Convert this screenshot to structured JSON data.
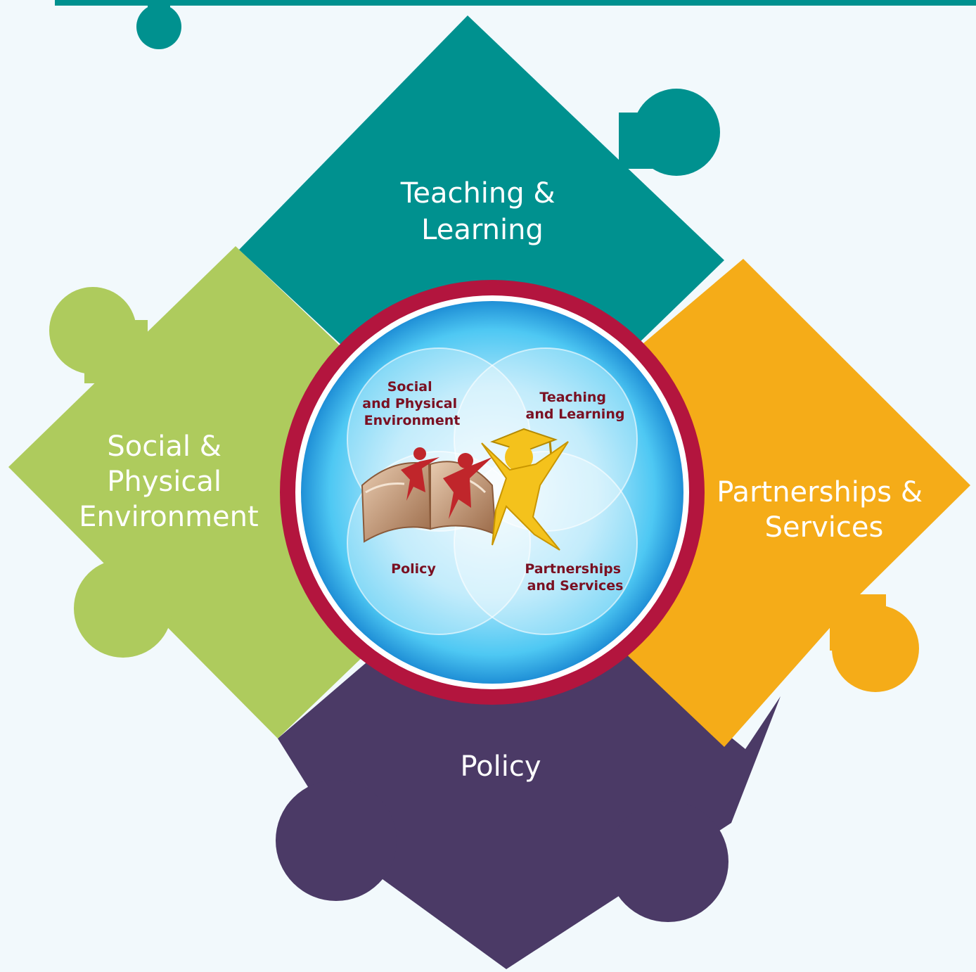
{
  "pieces": {
    "top": {
      "lines": [
        "Teaching &",
        "Learning"
      ],
      "color": "#00918f"
    },
    "left": {
      "lines": [
        "Social &",
        "Physical",
        "Environment"
      ],
      "color": "#aecb5d"
    },
    "right": {
      "lines": [
        "Partnerships &",
        "Services"
      ],
      "color": "#f5ac18"
    },
    "bottom": {
      "lines": [
        "Policy"
      ],
      "color": "#4b3a66"
    }
  },
  "center": {
    "ring_color": "#b3153e",
    "disc_color": "#4ec8f3",
    "venn_labels": {
      "social": [
        "Social",
        "and Physical",
        "Environment"
      ],
      "teaching": [
        "Teaching",
        "and Learning"
      ],
      "policy": [
        "Policy"
      ],
      "partnerships": [
        "Partnerships",
        "and Services"
      ]
    }
  },
  "icons": [
    "open-book-icon",
    "student-graduate-icon"
  ]
}
